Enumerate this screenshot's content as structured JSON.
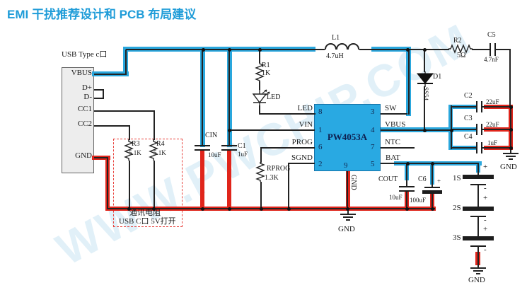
{
  "title": "EMI 干扰推荐设计和 PCB 布局建议",
  "watermark": "WWW.PWCHIP.COM",
  "usb": {
    "label": "USB Type c口",
    "pins": {
      "vbus": "VBUS",
      "dp": "D+",
      "dm": "D-",
      "cc1": "CC1",
      "cc2": "CC2",
      "gnd": "GND"
    }
  },
  "chip": {
    "name": "PW4053A",
    "pins": {
      "p8": {
        "num": "8",
        "label": "LED"
      },
      "p1": {
        "num": "1",
        "label": "VIN"
      },
      "p6": {
        "num": "6",
        "label": "PROG"
      },
      "p2": {
        "num": "2",
        "label": "SGND"
      },
      "p3": {
        "num": "3",
        "label": "SW"
      },
      "p4": {
        "num": "4",
        "label": "VBUS"
      },
      "p7": {
        "num": "7",
        "label": "NTC"
      },
      "p5": {
        "num": "5",
        "label": "BAT"
      },
      "p9": {
        "num": "9",
        "label": "GND"
      }
    }
  },
  "components": {
    "l1": {
      "ref": "L1",
      "value": "4.7uH"
    },
    "r1": {
      "ref": "R1",
      "value": "1K"
    },
    "led": {
      "ref": "LED"
    },
    "r2": {
      "ref": "R2",
      "value": "5Ω"
    },
    "c5": {
      "ref": "C5",
      "value": "4.7nF"
    },
    "d1": {
      "ref": "D1",
      "value": "SS54"
    },
    "cin": {
      "ref": "CIN",
      "value": "10uF"
    },
    "c1": {
      "ref": "C1",
      "value": "1uF"
    },
    "rprog": {
      "ref": "RPROG",
      "value": "1.3K"
    },
    "r3": {
      "ref": "R3",
      "value": "5.1K"
    },
    "r4": {
      "ref": "R4",
      "value": "5.1K"
    },
    "c2": {
      "ref": "C2",
      "value": "22uF"
    },
    "c3": {
      "ref": "C3",
      "value": "22uF"
    },
    "c4": {
      "ref": "C4",
      "value": "1uF"
    },
    "cout": {
      "ref": "COUT",
      "value": "10uF"
    },
    "c6": {
      "ref": "C6",
      "value": "100uF",
      "polarity": "+"
    }
  },
  "battery": {
    "cells": [
      "1S",
      "2S",
      "3S"
    ],
    "plus": "+",
    "minus": "-"
  },
  "grounds": {
    "g1": "GND",
    "g2": "GND",
    "g3": "GND"
  },
  "notes": {
    "line1": "通讯电阻",
    "line2": "USB C口 5V打开"
  },
  "colors": {
    "accent_blue": "#1f9cd8",
    "wire_blue": "#2aa7dd",
    "wire_red": "#e0251b",
    "chip_fill": "#29a9e2"
  }
}
